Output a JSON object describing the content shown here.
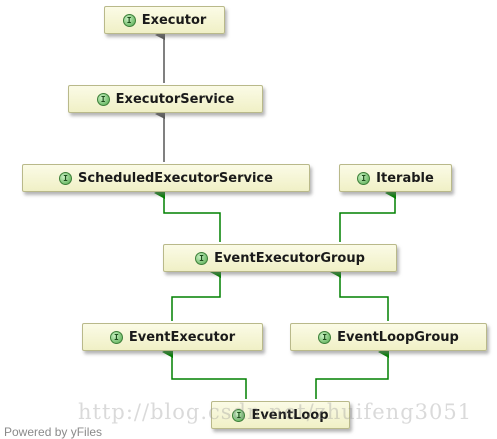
{
  "colors": {
    "inheritance_line_gray": "#555555",
    "implementation_line_green": "#008000",
    "badge_green": "#4fa84a"
  },
  "nodes": {
    "executor": {
      "label": "Executor",
      "badge": "I"
    },
    "executor_service": {
      "label": "ExecutorService",
      "badge": "I"
    },
    "scheduled_executor_service": {
      "label": "ScheduledExecutorService",
      "badge": "I"
    },
    "iterable": {
      "label": "Iterable",
      "badge": "I"
    },
    "event_executor_group": {
      "label": "EventExecutorGroup",
      "badge": "I"
    },
    "event_executor": {
      "label": "EventExecutor",
      "badge": "I"
    },
    "event_loop_group": {
      "label": "EventLoopGroup",
      "badge": "I"
    },
    "event_loop": {
      "label": "EventLoop",
      "badge": "I"
    }
  },
  "watermark": "http://blog.csdn.net/zhuifeng3051",
  "footer": "Powered by yFiles"
}
